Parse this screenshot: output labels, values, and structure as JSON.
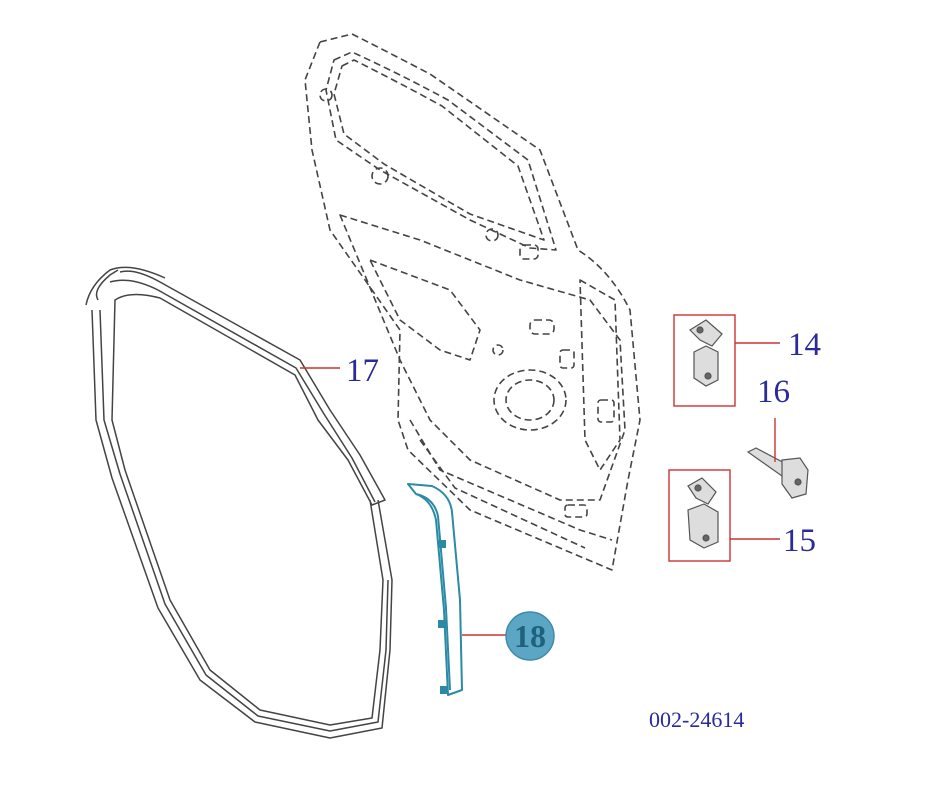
{
  "diagram": {
    "callouts": [
      {
        "id": "14",
        "label": "14"
      },
      {
        "id": "15",
        "label": "15"
      },
      {
        "id": "16",
        "label": "16"
      },
      {
        "id": "17",
        "label": "17"
      },
      {
        "id": "18",
        "label": "18",
        "highlighted": true
      }
    ],
    "reference_code": "002-24614",
    "colors": {
      "label_text": "#2a2a9a",
      "leader_line": "#cc3333",
      "highlight_fill": "#5aa6c4",
      "highlight_text": "#20627e",
      "part_outline": "#555555"
    }
  }
}
